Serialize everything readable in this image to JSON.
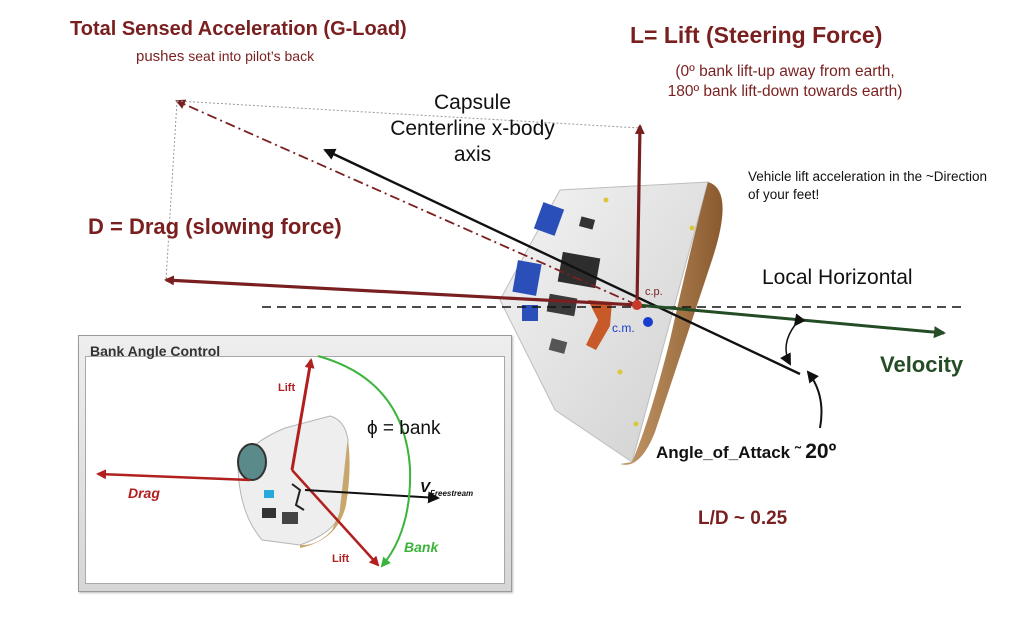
{
  "gload": {
    "title": "Total Sensed Acceleration (G-Load)",
    "subtitle_part1": "pushes",
    "subtitle_part2": " seat into pilot’s back"
  },
  "lift": {
    "title": "L= Lift  (Steering Force)",
    "note_line1": "(0º bank lift-up away from earth,",
    "note_line2": "180º bank lift-down towards earth)"
  },
  "capsule_axis": "Capsule Centerline x-body axis",
  "vehicle_lift_note": "Vehicle lift acceleration in the ~Direction of your feet!",
  "drag_label": "D = Drag (slowing force)",
  "local_horizontal": "Local Horizontal",
  "cp_label": "c.p.",
  "cm_label": "c.m.",
  "velocity_label": "Velocity",
  "aoa": {
    "label": "Angle_of_Attack",
    "approx": " ˜ ",
    "value": "20º"
  },
  "ld_label": "L/D ~ 0.25",
  "inset": {
    "title": "Bank Angle Control",
    "lift_up": "Lift",
    "drag": "Drag",
    "lift_down": "Lift",
    "bank": "Bank",
    "phi_label": "ϕ = bank",
    "v_main": "V",
    "v_sub": "Freestream"
  },
  "colors": {
    "maroon": "#7a1f1f",
    "velocity_green": "#254d25",
    "cm_blue": "#1a3ccf",
    "bank_green": "#3cb43c",
    "inset_red": "#b21f1f"
  }
}
